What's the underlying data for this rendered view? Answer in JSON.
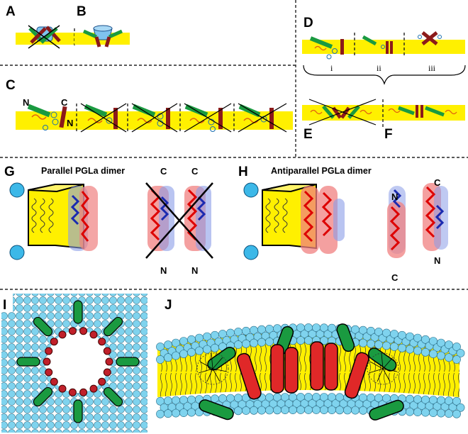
{
  "panels": {
    "A": "A",
    "B": "B",
    "C": "C",
    "D": "D",
    "E": "E",
    "F": "F",
    "G": "G",
    "H": "H",
    "I": "I",
    "J": "J"
  },
  "titles": {
    "parallel": "Parallel PGLa dimer",
    "antiparallel": "Antiparallel PGLa dimer"
  },
  "subpanels": {
    "i": "i",
    "ii": "ii",
    "iii": "iii"
  },
  "termini": {
    "N": "N",
    "C": "C"
  },
  "colors": {
    "membrane": "#fff000",
    "helix_green": "#1a9a40",
    "helix_red": "#e02828",
    "helix_darkred": "#8b1a1a",
    "lipid_blue": "#7fd3ee",
    "headgroup_blue": "#3cb8e8",
    "surface_red": "#f08080",
    "surface_blue": "#8a9de8"
  }
}
